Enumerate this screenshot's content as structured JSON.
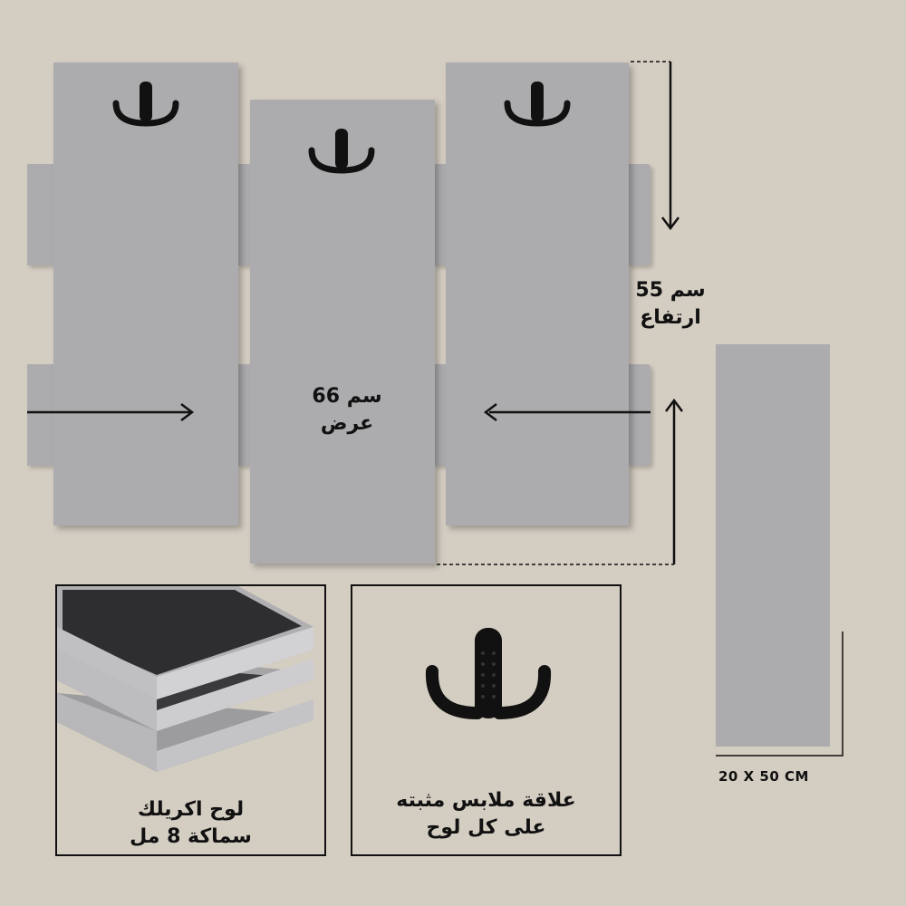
{
  "dimensions": {
    "width_label": "سم 66",
    "width_word": "عرض",
    "height_label": "سم 55",
    "height_word": "ارتفاع"
  },
  "single_panel": {
    "size_label": "20 X 50 CM"
  },
  "features": {
    "acrylic_line1": "لوح اكريلك",
    "acrylic_line2": "سماكة 8 مل",
    "hook_line1": "علاقة ملابس مثبته",
    "hook_line2": "على كل لوح"
  },
  "colors": {
    "background": "#d4cdc2",
    "panel": "#acacae",
    "ink": "#111111"
  }
}
